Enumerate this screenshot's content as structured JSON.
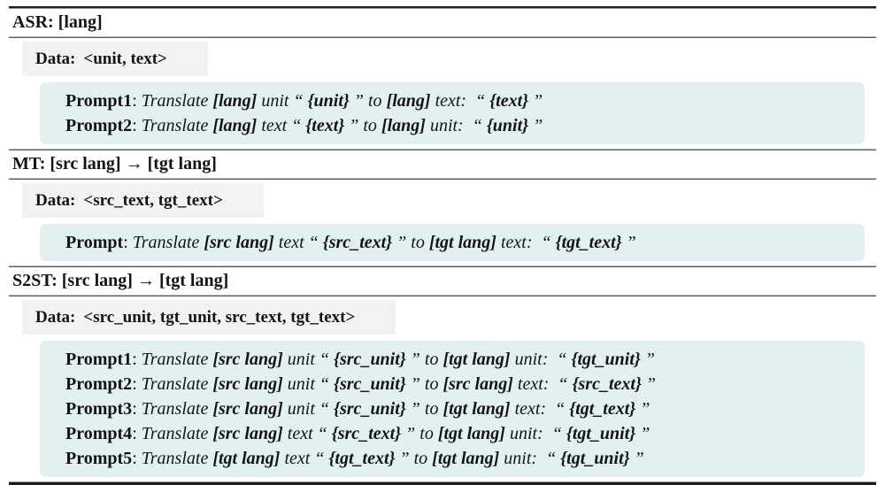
{
  "colors": {
    "prompt_box_bg": "#e2f0f2",
    "data_box_bg": "#f2f2f2",
    "rule_dark": "#1f1f1f",
    "rule_mid": "#5a5a5a",
    "text": "#141414"
  },
  "figure": {
    "sections": [
      {
        "title": "ASR: [lang]",
        "data": {
          "label": "Data:",
          "value": "<unit, text>"
        },
        "prompts": [
          {
            "label": "Prompt1",
            "separator": ": ",
            "parts": [
              {
                "t": "Translate ",
                "b": false
              },
              {
                "t": "[lang]",
                "b": true
              },
              {
                "t": " unit “ ",
                "b": false
              },
              {
                "t": "{unit}",
                "b": true
              },
              {
                "t": " ” to ",
                "b": false
              },
              {
                "t": "[lang]",
                "b": true
              },
              {
                "t": " text:  “ ",
                "b": false
              },
              {
                "t": "{text}",
                "b": true
              },
              {
                "t": " ”",
                "b": false
              }
            ]
          },
          {
            "label": "Prompt2",
            "separator": ": ",
            "parts": [
              {
                "t": "Translate ",
                "b": false
              },
              {
                "t": "[lang]",
                "b": true
              },
              {
                "t": " text “ ",
                "b": false
              },
              {
                "t": "{text}",
                "b": true
              },
              {
                "t": " ” to ",
                "b": false
              },
              {
                "t": "[lang]",
                "b": true
              },
              {
                "t": " unit:  “ ",
                "b": false
              },
              {
                "t": "{unit}",
                "b": true
              },
              {
                "t": " ”",
                "b": false
              }
            ]
          }
        ]
      },
      {
        "title": "MT: [src lang] → [tgt lang]",
        "data": {
          "label": "Data:",
          "value": "<src_text, tgt_text>"
        },
        "prompts": [
          {
            "label": "Prompt",
            "separator": ": ",
            "parts": [
              {
                "t": "Translate ",
                "b": false
              },
              {
                "t": "[src lang]",
                "b": true
              },
              {
                "t": " text “ ",
                "b": false
              },
              {
                "t": "{src_text}",
                "b": true
              },
              {
                "t": " ” to ",
                "b": false
              },
              {
                "t": "[tgt lang]",
                "b": true
              },
              {
                "t": " text:  “ ",
                "b": false
              },
              {
                "t": "{tgt_text}",
                "b": true
              },
              {
                "t": " ”",
                "b": false
              }
            ]
          }
        ]
      },
      {
        "title": "S2ST: [src lang] → [tgt lang]",
        "data": {
          "label": "Data:",
          "value": "<src_unit, tgt_unit, src_text, tgt_text>"
        },
        "prompts": [
          {
            "label": "Prompt1",
            "separator": ": ",
            "parts": [
              {
                "t": "Translate ",
                "b": false
              },
              {
                "t": "[src lang]",
                "b": true
              },
              {
                "t": " unit “ ",
                "b": false
              },
              {
                "t": "{src_unit}",
                "b": true
              },
              {
                "t": " ” to ",
                "b": false
              },
              {
                "t": "[tgt lang]",
                "b": true
              },
              {
                "t": " unit:  “ ",
                "b": false
              },
              {
                "t": "{tgt_unit}",
                "b": true
              },
              {
                "t": " ”",
                "b": false
              }
            ]
          },
          {
            "label": "Prompt2",
            "separator": ": ",
            "parts": [
              {
                "t": "Translate ",
                "b": false
              },
              {
                "t": "[src lang]",
                "b": true
              },
              {
                "t": " unit “ ",
                "b": false
              },
              {
                "t": "{src_unit}",
                "b": true
              },
              {
                "t": " ” to ",
                "b": false
              },
              {
                "t": "[src lang]",
                "b": true
              },
              {
                "t": " text:  “ ",
                "b": false
              },
              {
                "t": "{src_text}",
                "b": true
              },
              {
                "t": " ”",
                "b": false
              }
            ]
          },
          {
            "label": "Prompt3",
            "separator": ": ",
            "parts": [
              {
                "t": "Translate ",
                "b": false
              },
              {
                "t": "[src lang]",
                "b": true
              },
              {
                "t": " unit “ ",
                "b": false
              },
              {
                "t": "{src_unit}",
                "b": true
              },
              {
                "t": " ” to ",
                "b": false
              },
              {
                "t": "[tgt lang]",
                "b": true
              },
              {
                "t": " text:  “ ",
                "b": false
              },
              {
                "t": "{tgt_text}",
                "b": true
              },
              {
                "t": " ”",
                "b": false
              }
            ]
          },
          {
            "label": "Prompt4",
            "separator": ": ",
            "parts": [
              {
                "t": "Translate ",
                "b": false
              },
              {
                "t": "[src lang]",
                "b": true
              },
              {
                "t": " text “ ",
                "b": false
              },
              {
                "t": "{src_text}",
                "b": true
              },
              {
                "t": " ” to ",
                "b": false
              },
              {
                "t": "[tgt lang]",
                "b": true
              },
              {
                "t": " unit:  “ ",
                "b": false
              },
              {
                "t": "{tgt_unit}",
                "b": true
              },
              {
                "t": " ”",
                "b": false
              }
            ]
          },
          {
            "label": "Prompt5",
            "separator": ": ",
            "parts": [
              {
                "t": "Translate ",
                "b": false
              },
              {
                "t": "[tgt lang]",
                "b": true
              },
              {
                "t": " text “ ",
                "b": false
              },
              {
                "t": "{tgt_text}",
                "b": true
              },
              {
                "t": " ” to ",
                "b": false
              },
              {
                "t": "[tgt lang]",
                "b": true
              },
              {
                "t": " unit:  “ ",
                "b": false
              },
              {
                "t": "{tgt_unit}",
                "b": true
              },
              {
                "t": " ”",
                "b": false
              }
            ]
          }
        ]
      }
    ]
  }
}
